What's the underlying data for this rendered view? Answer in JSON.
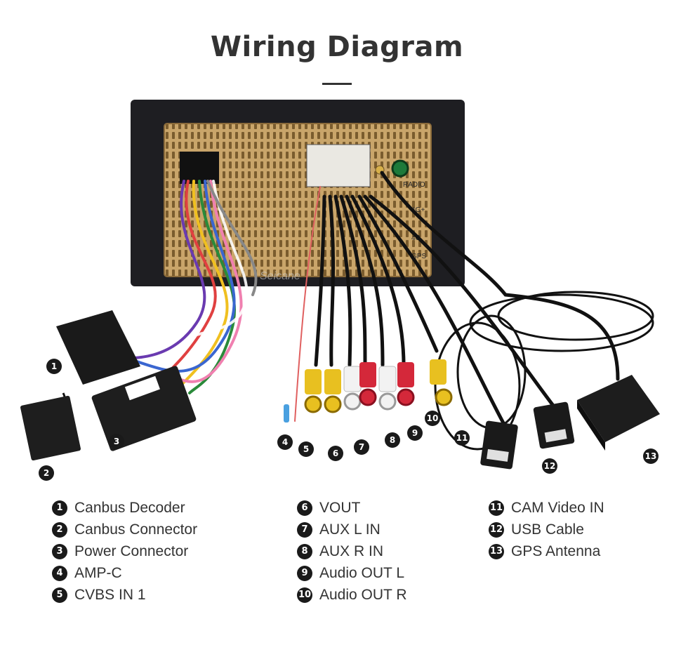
{
  "header": {
    "title": "Wiring Diagram"
  },
  "watermark": "Seicane",
  "unit_labels": {
    "radio": "RADIO",
    "4g_plus": "4G+",
    "4g": "4G",
    "gps": "GPS"
  },
  "callouts": [
    "1",
    "2",
    "3",
    "4",
    "5",
    "6",
    "7",
    "8",
    "9",
    "10",
    "11",
    "12",
    "13"
  ],
  "legend": {
    "col1": [
      {
        "num": "1",
        "label": "Canbus Decoder"
      },
      {
        "num": "2",
        "label": "Canbus Connector"
      },
      {
        "num": "3",
        "label": "Power Connector"
      },
      {
        "num": "4",
        "label": "AMP-C"
      },
      {
        "num": "5",
        "label": "CVBS IN 1"
      }
    ],
    "col2": [
      {
        "num": "6",
        "label": "VOUT"
      },
      {
        "num": "7",
        "label": "AUX L IN"
      },
      {
        "num": "8",
        "label": "AUX R IN"
      },
      {
        "num": "9",
        "label": "Audio OUT L"
      },
      {
        "num": "10",
        "label": "Audio OUT R"
      }
    ],
    "col3": [
      {
        "num": "11",
        "label": "CAM Video IN"
      },
      {
        "num": "12",
        "label": "USB Cable"
      },
      {
        "num": "13",
        "label": "GPS Antenna"
      }
    ]
  },
  "colors": {
    "unit_frame": "#1e1e22",
    "unit_panel": "#c9a56a",
    "rca_yellow": "#e8c020",
    "rca_red": "#d4283a",
    "rca_white": "#f2f2f2",
    "cable_black": "#111111",
    "badge": "#1a1a1a"
  }
}
